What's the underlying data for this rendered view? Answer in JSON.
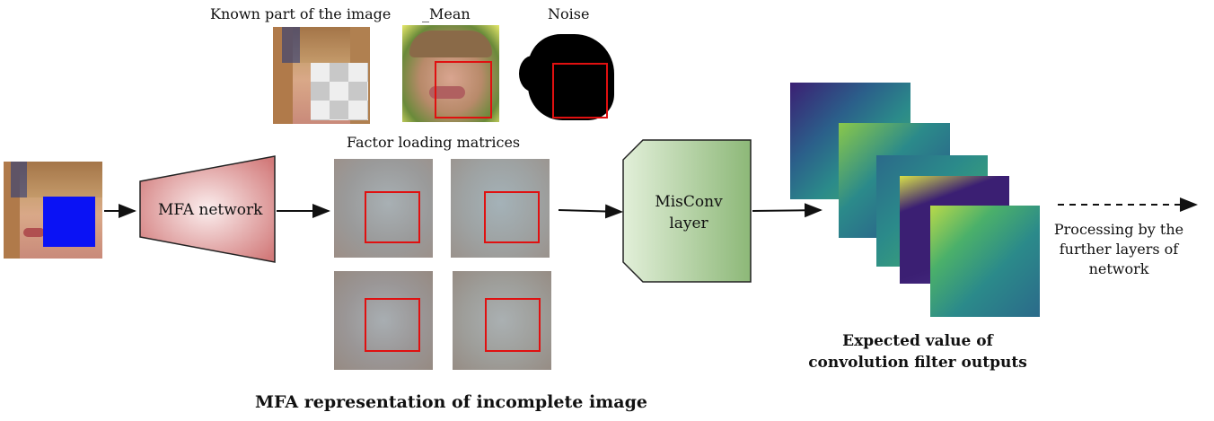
{
  "labels": {
    "known_part": "Known part of the image",
    "mean": "_Mean",
    "noise": "Noise",
    "factor_loading": "Factor loading matrices",
    "mfa_network": "MFA network",
    "misconv_line1": "MisConv",
    "misconv_line2": "layer",
    "processing_line1": "Processing by the",
    "processing_line2": "further layers of",
    "processing_line3": "network",
    "expected_line1": "Expected value of",
    "expected_line2": "convolution filter outputs",
    "mfa_representation": "MFA representation of incomplete image"
  },
  "colors": {
    "mask_blue": "#0a12f5",
    "red_box": "#e01010",
    "trapezoid_pink": "#d98a8a",
    "misconv_green": "#9cc28a",
    "viridis_dark": "#3b1f73",
    "viridis_mid": "#2b8a8a",
    "viridis_light": "#b8d94a"
  }
}
